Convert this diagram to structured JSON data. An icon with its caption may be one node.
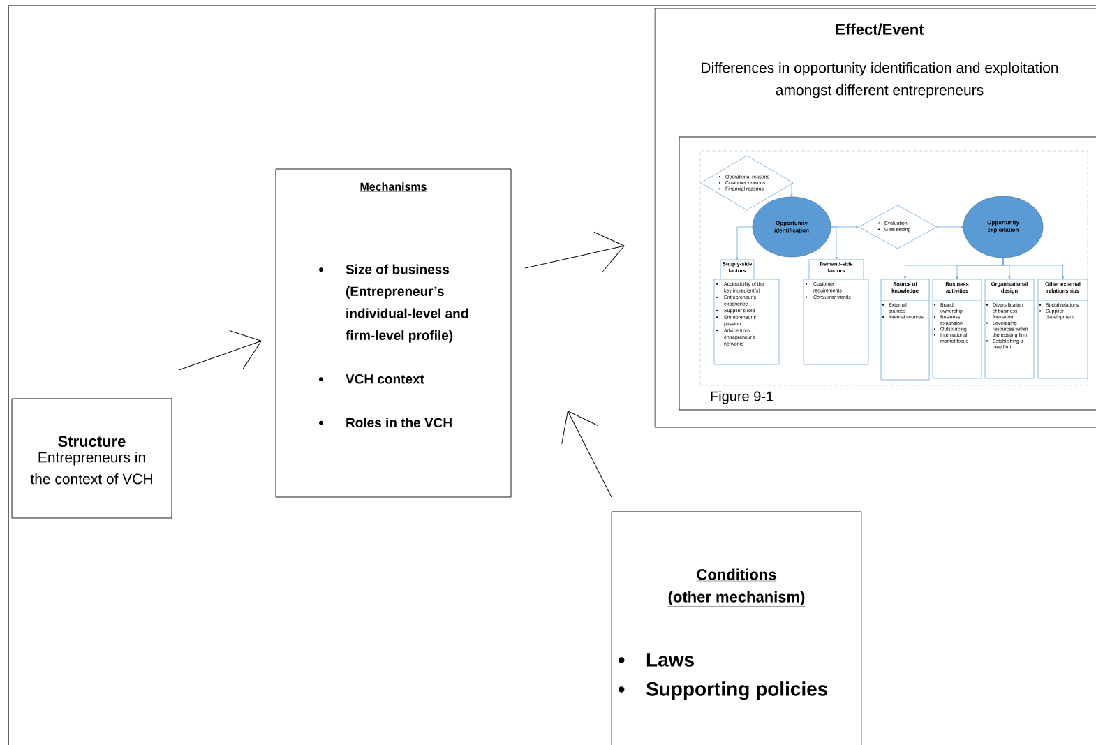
{
  "diagram": {
    "nodes": [
      {
        "text": [
          "Structure",
          "Entrepreneurs in the context of VCH"
        ]
      },
      {
        "text": [
          "Mechanisms",
          "Size of business (Entrepreneur’s individual-level and firm-level profile)",
          "VCH context",
          "Roles in the VCH"
        ]
      },
      {
        "text": [
          "Effect/Event",
          "Differences in opportunity identification and exploitation amongst different entrepreneurs"
        ]
      },
      {
        "text": [
          "Figure 9-1"
        ],
        "in": 2
      },
      {
        "text": [],
        "shape": "box",
        "in": 3
      },
      {
        "text": [
          "Operational reasons",
          "Customer reasons",
          "Financial reasons"
        ],
        "in": 4
      },
      {
        "text": [
          "Opportunity identification"
        ],
        "in": 4
      },
      {
        "text": [
          "Evaluation",
          "Goal setting"
        ],
        "in": 4
      },
      {
        "text": [
          "Opportunity exploitation"
        ],
        "in": 4
      },
      {
        "text": [
          "Supply-side factors",
          "Accessibility of the key ingredient(s)",
          "Entrepreneur’s experience",
          "Supplier’s role",
          "Entrepreneur’s passion",
          "Advice from entrepreneur’s networks"
        ],
        "in": 4
      },
      {
        "text": [
          "Demand-side factors",
          "Customer requirements",
          "Consumer trends"
        ],
        "in": 4
      },
      {
        "text": [
          "Source of knowledge",
          "External sources",
          "Internal sources"
        ],
        "in": 4
      },
      {
        "text": [
          "Business activities",
          "Brand ownership",
          "Business expansion",
          "Outsourcing",
          "International market focus"
        ],
        "in": 4
      },
      {
        "text": [
          "Organisational design",
          "Diversification of business formation",
          "Leveraging resources within the existing firm",
          "Establishing a new firm"
        ],
        "in": 4
      },
      {
        "text": [
          "Other external relationships",
          "Social relations",
          "Supplier development"
        ],
        "in": 4
      },
      {
        "text": [
          "Conditions (other mechanism)",
          "Laws",
          "Supporting policies"
        ]
      }
    ],
    "edges": [
      {
        "from": 0,
        "to": 1,
        "arrow": "to",
        "color": "#000000"
      },
      {
        "from": 1,
        "to": 2,
        "arrow": "to",
        "color": "#000000"
      },
      {
        "from": 15,
        "to": 1,
        "arrow": "to",
        "color": "#000000"
      },
      {
        "from": 5,
        "to": 6,
        "arrow": "to"
      },
      {
        "from": 6,
        "to": 7,
        "arrow": "to"
      },
      {
        "from": 7,
        "to": 8,
        "arrow": "to"
      },
      {
        "from": 6,
        "to": 9,
        "arrow": "to"
      },
      {
        "from": 6,
        "to": 10,
        "arrow": "to"
      },
      {
        "from": 8,
        "to": 11,
        "arrow": "to"
      },
      {
        "from": 8,
        "to": 12,
        "arrow": "to"
      },
      {
        "from": 8,
        "to": 13,
        "arrow": "to"
      },
      {
        "from": 8,
        "to": 14,
        "arrow": "to"
      }
    ]
  }
}
